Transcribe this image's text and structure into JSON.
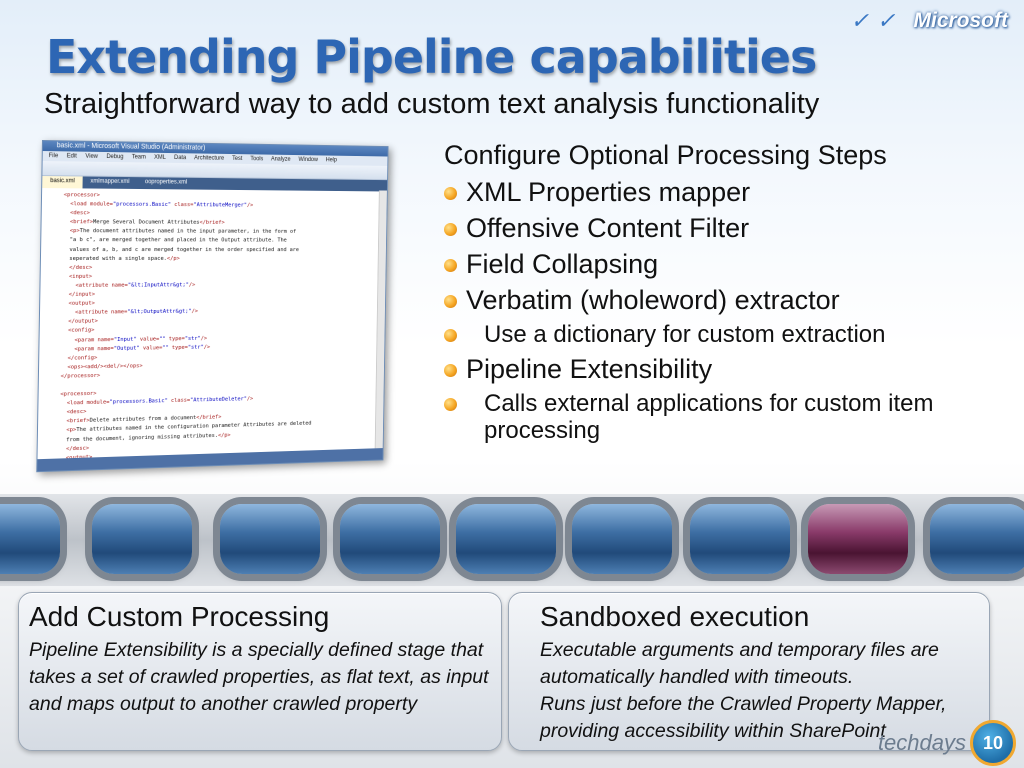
{
  "slide": {
    "title": "Extending Pipeline capabilities",
    "subtitle": "Straightforward way to add custom text analysis functionality"
  },
  "brand": {
    "logo_text": "Microsoft"
  },
  "editor": {
    "window_title": "basic.xml - Microsoft Visual Studio (Administrator)",
    "menu": [
      "File",
      "Edit",
      "View",
      "Debug",
      "Team",
      "XML",
      "Data",
      "Architecture",
      "Test",
      "Tools",
      "Analyze",
      "Window",
      "Help"
    ],
    "tabs": [
      "basic.xml",
      "xmlmapper.xml",
      "ooproperties.xml"
    ]
  },
  "bullets": {
    "heading": "Configure Optional Processing Steps",
    "items": [
      "XML Properties mapper",
      "Offensive Content Filter",
      "Field Collapsing",
      "Verbatim (wholeword) extractor",
      "Use a dictionary for custom extraction",
      "Pipeline Extensibility",
      "Calls external applications for custom item processing"
    ]
  },
  "panels": {
    "left": {
      "title": "Add Custom Processing",
      "body": "Pipeline Extensibility is a specially defined stage that takes a set of crawled properties, as flat text, as input and maps output to another crawled property"
    },
    "right": {
      "title": "Sandboxed execution",
      "body1": "Executable arguments and temporary files are automatically handled with timeouts.",
      "body2": "Runs just before the Crawled Property Mapper, providing accessibility within SharePoint"
    }
  },
  "footer": {
    "event_logo_text": "techdays",
    "event_badge": "10"
  },
  "colors": {
    "title": "#2d66b4",
    "bullet": "#f5a623"
  }
}
